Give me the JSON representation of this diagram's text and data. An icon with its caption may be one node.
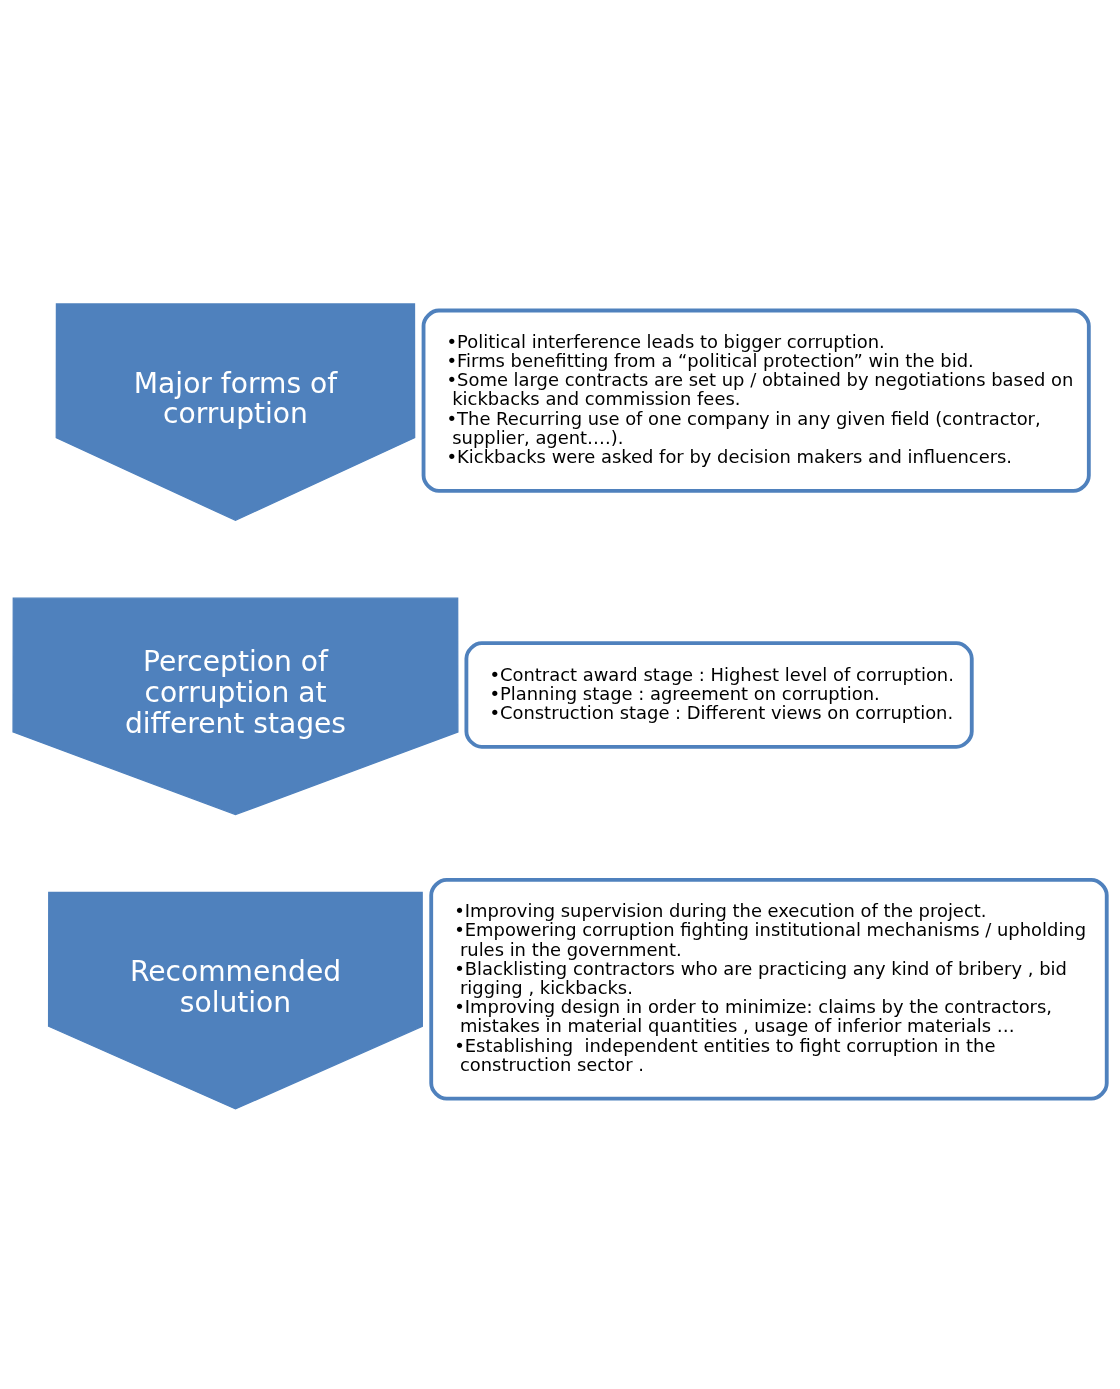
{
  "diagram": {
    "nodes": [
      {
        "text": [
          "Major forms of corruption"
        ]
      },
      {
        "text": [
          "•Political interference leads to bigger corruption.",
          "•Firms benefitting from a “political protection” win the bid.",
          "•Some large contracts are set up / obtained by negotiations based on kickbacks and commission fees.",
          "•The Recurring use of one company in any given field (contractor, supplier, agent….).",
          "•Kickbacks were asked for by decision makers and influencers."
        ]
      },
      {
        "text": [
          "Perception of corruption at different stages"
        ]
      },
      {
        "text": [
          "•Contract award stage : Highest level of corruption.",
          "•Planning stage : agreement on corruption.",
          "•Construction stage : Different views on corruption."
        ]
      },
      {
        "text": [
          "Recommended solution"
        ]
      },
      {
        "text": [
          "•Improving supervision during the execution of the project.",
          "•Empowering corruption fighting institutional mechanisms / upholding rules in the government.",
          "•Blacklisting contractors who are practicing any kind of bribery , bid rigging , kickbacks.",
          "•Improving design in order to minimize: claims by the contractors, mistakes in material quantities , usage of inferior materials …",
          "•Establishing  independent entities to fight corruption in the construction sector ."
        ]
      }
    ]
  }
}
